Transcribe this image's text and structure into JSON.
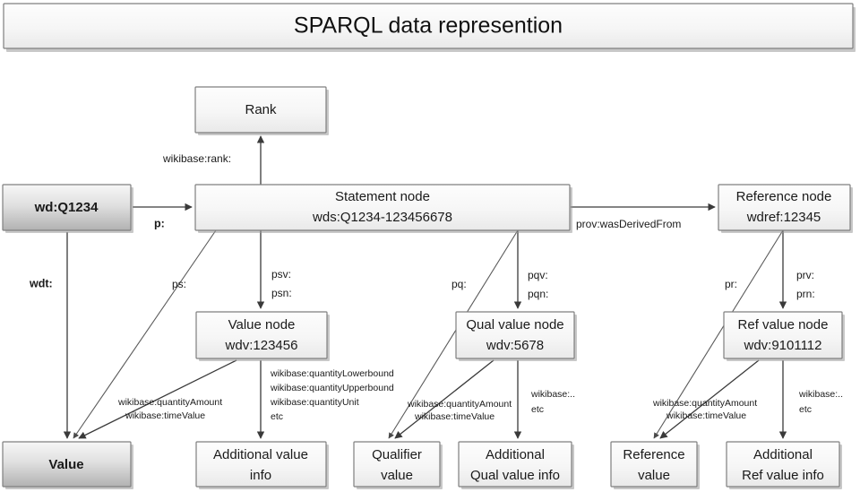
{
  "title": "SPARQL data represention",
  "nodes": {
    "entity": {
      "line1": "wd:Q1234"
    },
    "rank": {
      "line1": "Rank"
    },
    "statement": {
      "line1": "Statement node",
      "line2": "wds:Q1234-123456678"
    },
    "reference": {
      "line1": "Reference node",
      "line2": "wdref:12345"
    },
    "value_node": {
      "line1": "Value node",
      "line2": "wdv:123456"
    },
    "qual_value_node": {
      "line1": "Qual value node",
      "line2": "wdv:5678"
    },
    "ref_value_node": {
      "line1": "Ref value node",
      "line2": "wdv:9101112"
    },
    "value": {
      "line1": "Value"
    },
    "additional_value_info": {
      "line1": "Additional value",
      "line2": "info"
    },
    "qualifier_value": {
      "line1": "Qualifier",
      "line2": "value"
    },
    "additional_qual_value_info": {
      "line1": "Additional",
      "line2": "Qual value info"
    },
    "reference_value": {
      "line1": "Reference",
      "line2": "value"
    },
    "additional_ref_value_info": {
      "line1": "Additional",
      "line2": "Ref value info"
    }
  },
  "edges": {
    "p": "p:",
    "wdt": "wdt:",
    "wikibase_rank": "wikibase:rank:",
    "prov_was_derived_from": "prov:wasDerivedFrom",
    "ps": "ps:",
    "psv": "psv:",
    "psn": "psn:",
    "pq": "pq:",
    "pqv": "pqv:",
    "pqn": "pqn:",
    "pr": "pr:",
    "prv": "prv:",
    "prn": "prn:"
  },
  "notes": {
    "value_amount_1": "wikibase:quantityAmount",
    "value_time_1": "wikibase:timeValue",
    "value_detail_1": "wikibase:quantityLowerbound",
    "value_detail_2": "wikibase:quantityUpperbound",
    "value_detail_3": "wikibase:quantityUnit",
    "value_detail_4": "etc",
    "qual_amount": "wikibase:quantityAmount",
    "qual_time": "wikibase:timeValue",
    "qual_detail_1": "wikibase:..",
    "qual_detail_2": "etc",
    "ref_amount": "wikibase:quantityAmount",
    "ref_time": "wikibase:timeValue",
    "ref_detail_1": "wikibase:..",
    "ref_detail_2": "etc"
  },
  "colors": {
    "box_light_top": "#fcfcfc",
    "box_light_bottom": "#ededed",
    "box_dark_top": "#f4f4f4",
    "box_dark_bottom": "#b8b8b8",
    "border": "#7f7f7f",
    "line": "#3a3a3a",
    "text": "#1a1a1a",
    "background": "#ffffff"
  }
}
